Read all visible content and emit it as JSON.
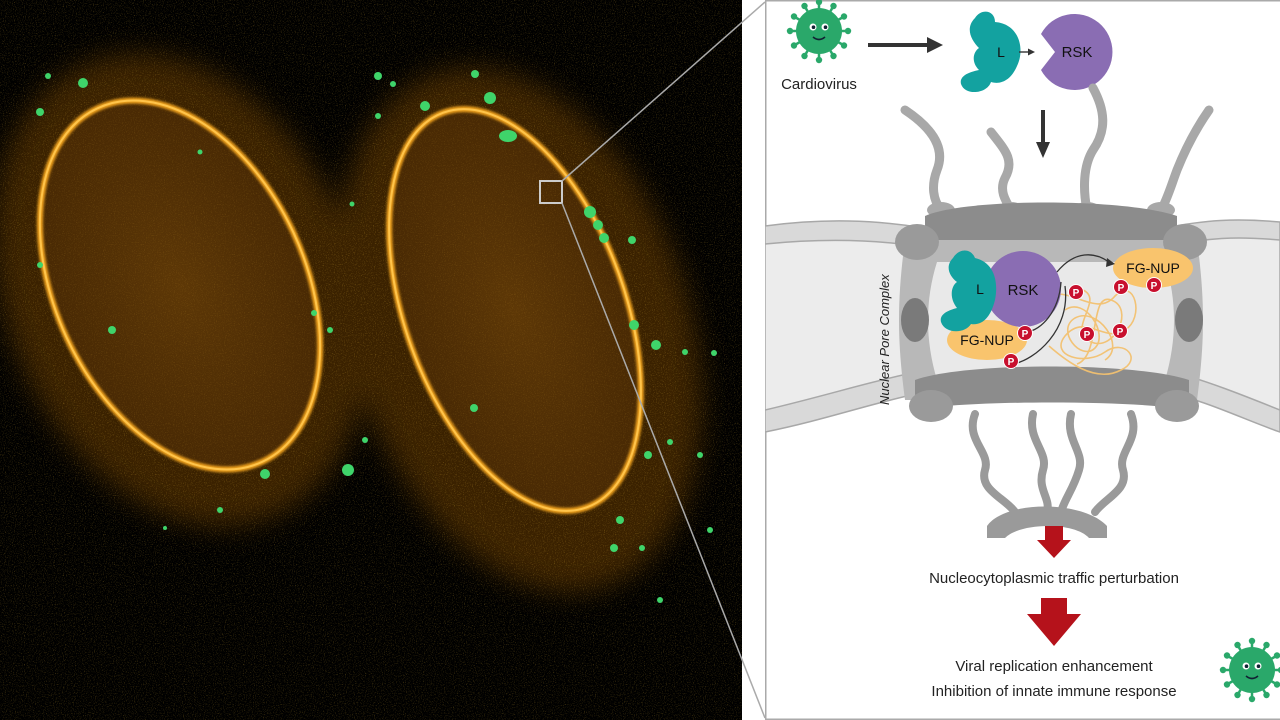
{
  "labels": {
    "virus": "Cardiovirus",
    "leader": "L",
    "kinase": "RSK",
    "fg_nup": "FG-NUP",
    "phospho": "P",
    "npc": "Nuclear Pore Complex",
    "outcome_1": "Nucleocytoplasmic traffic perturbation",
    "outcome_2a": "Viral replication enhancement",
    "outcome_2b": "Inhibition of innate immune response"
  },
  "colors": {
    "microscopy_bg": "#000000",
    "envelope_orange": "#e8a020",
    "virus_green": "#2aa86a",
    "granule_green": "#3fd46a",
    "leader_teal": "#13a2a0",
    "rsk_purple": "#8a6db3",
    "fg_nup_fill": "#f9c46d",
    "phospho_red": "#c8102e",
    "pore_grey": "#9a9a9a",
    "arrow_red": "#b5121b",
    "frame_grey": "#aaaaaa"
  },
  "icons": [
    "virus-icon",
    "arrow-right-icon",
    "arrow-down-icon"
  ]
}
